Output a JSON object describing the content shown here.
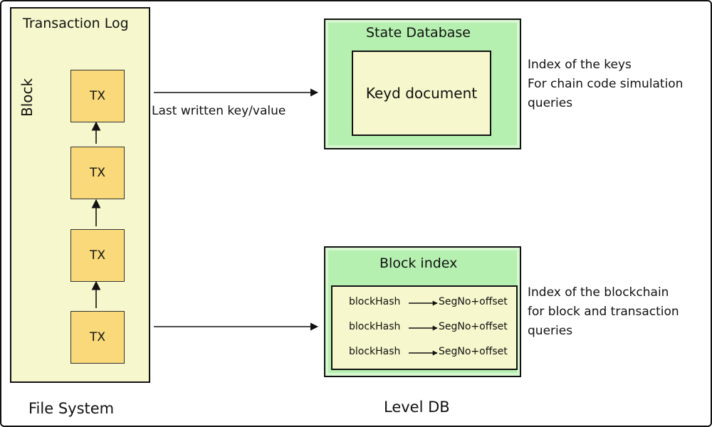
{
  "file_system": {
    "title": "Transaction Log",
    "block_label": "Block",
    "tx_items": [
      "TX",
      "TX",
      "TX",
      "TX"
    ],
    "caption": "File System"
  },
  "state_db": {
    "title": "State Database",
    "inner": "Keyd document",
    "note": [
      "Index of the keys",
      "For chain code simulation",
      "queries"
    ]
  },
  "block_index": {
    "title": "Block index",
    "rows": [
      {
        "from": "blockHash",
        "to": "SegNo+offset"
      },
      {
        "from": "blockHash",
        "to": "SegNo+offset"
      },
      {
        "from": "blockHash",
        "to": "SegNo+offset"
      }
    ],
    "note": [
      "Index of the blockchain",
      "for block and transaction",
      "queries"
    ]
  },
  "edge_label": "Last written key/value",
  "level_db_caption": "Level DB",
  "colors": {
    "panel_yellow": "#f6f7cc",
    "tx_orange": "#f9d979",
    "green": "#b6f0b0"
  }
}
